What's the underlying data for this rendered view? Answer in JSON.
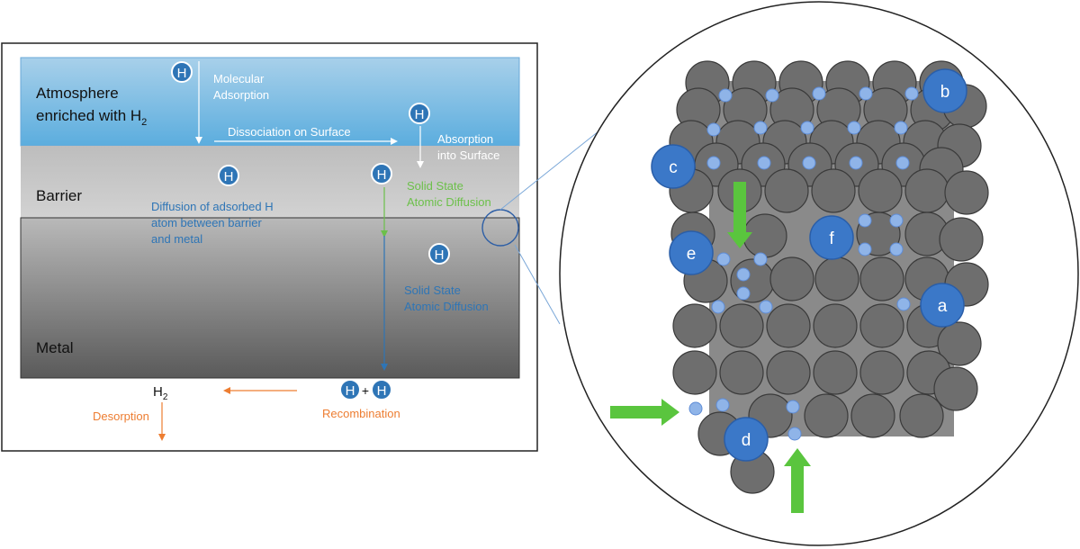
{
  "layers": {
    "atmosphere": {
      "line1": "Atmosphere",
      "line2_prefix": "enriched with H",
      "line2_sub": "2",
      "color_top": "#a7cfe9",
      "color_bottom": "#5aaede"
    },
    "barrier": {
      "label": "Barrier",
      "color": "#c9c9c9"
    },
    "metal": {
      "label": "Metal",
      "color_top": "#bdbdbd",
      "color_bottom": "#5c5c5c"
    }
  },
  "process_labels": {
    "molecular_adsorption": [
      "Molecular",
      "Adsorption"
    ],
    "dissociation": "Dissociation on Surface",
    "absorption": [
      "Absorption",
      "into Surface"
    ],
    "diffusion_adsorbed": [
      "Diffusion of adsorbed H",
      "atom between barrier",
      "and metal"
    ],
    "solid_state_green": [
      "Solid State",
      "Atomic Diffusion"
    ],
    "solid_state_blue": [
      "Solid State",
      "Atomic Diffusion"
    ],
    "h2_prefix": "H",
    "h2_sub": "2",
    "desorption": "Desorption",
    "recombination": "Recombination",
    "plus": "+"
  },
  "hydrogen_symbol": "H",
  "site_labels": [
    "a",
    "b",
    "c",
    "d",
    "e",
    "f"
  ],
  "colors": {
    "white_text": "#ffffff",
    "blue_text": "#2e75b6",
    "green_text": "#6cc04a",
    "orange": "#ed7d31",
    "h_circle": "#2e75b6",
    "site_circle": "#3b78c8",
    "small_atom": "#8fb4e8",
    "metal_atom": "#6e6e6e",
    "green_arrow": "#5ac53e"
  }
}
